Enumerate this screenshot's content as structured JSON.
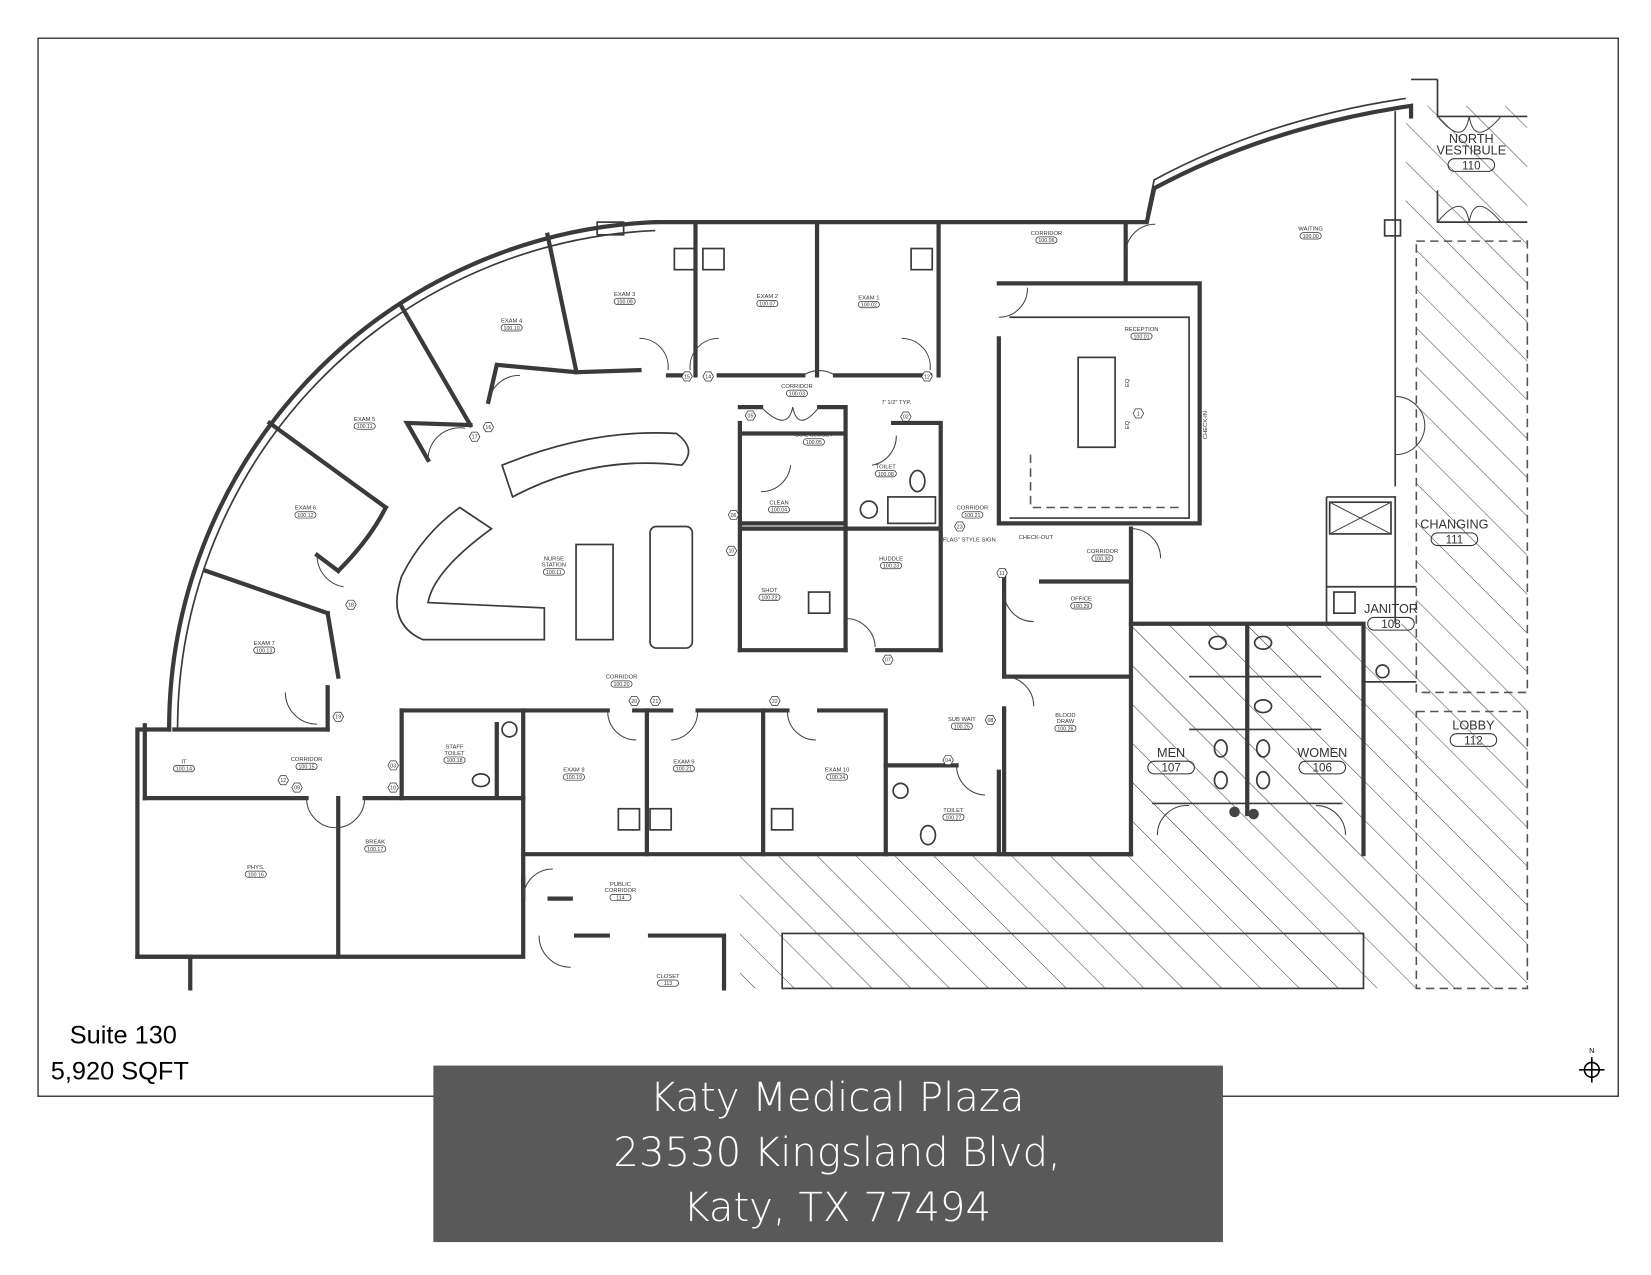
{
  "suite": {
    "name": "Suite 130",
    "area": "5,920 SQFT"
  },
  "title_block": {
    "line1": "Katy Medical Plaza",
    "line2": "23530 Kingsland Blvd,",
    "line3": "Katy, TX 77494",
    "background": "#595959"
  },
  "north_arrow": {
    "label": "N"
  },
  "rooms": [
    {
      "name": "EXAM 3",
      "number": "100.09"
    },
    {
      "name": "EXAM 2",
      "number": "100.07"
    },
    {
      "name": "EXAM 1",
      "number": "100.02"
    },
    {
      "name": "EXAM 4",
      "number": "100.10"
    },
    {
      "name": "EXAM 5",
      "number": "100.11"
    },
    {
      "name": "EXAM 6",
      "number": "100.12"
    },
    {
      "name": "EXAM 7",
      "number": "100.13"
    },
    {
      "name": "CORRIDOR",
      "number": "100.06"
    },
    {
      "name": "WAITING",
      "number": "100.00"
    },
    {
      "name": "RECEPTION",
      "number": "100.01"
    },
    {
      "name": "CORRIDOR",
      "number": "100.03"
    },
    {
      "name": "SOIL CLOSET",
      "number": "100.05"
    },
    {
      "name": "TOILET",
      "number": "100.08"
    },
    {
      "name": "CLEAN",
      "number": "100.04"
    },
    {
      "name": "NURSE STATION",
      "number": "100.11"
    },
    {
      "name": "CORRIDOR",
      "number": "100.21"
    },
    {
      "name": "CORRIDOR",
      "number": "100.30"
    },
    {
      "name": "HUDDLE",
      "number": "100.23"
    },
    {
      "name": "SHOT",
      "number": "100.22"
    },
    {
      "name": "OFFICE",
      "number": "100.29"
    },
    {
      "name": "CORRIDOR",
      "number": "100.20"
    },
    {
      "name": "SUB WAIT",
      "number": "100.25"
    },
    {
      "name": "BLOOD DRAW",
      "number": "100.26"
    },
    {
      "name": "IT",
      "number": "100.14"
    },
    {
      "name": "CORRIDOR",
      "number": "100.15"
    },
    {
      "name": "STAFF TOILET",
      "number": "100.18"
    },
    {
      "name": "EXAM 8",
      "number": "100.19"
    },
    {
      "name": "EXAM 9",
      "number": "100.21"
    },
    {
      "name": "EXAM 10",
      "number": "100.24"
    },
    {
      "name": "TOILET",
      "number": "100.27"
    },
    {
      "name": "BREAK",
      "number": "100.17"
    },
    {
      "name": "PHYS.",
      "number": "100.16"
    },
    {
      "name": "PUBLIC CORRIDOR",
      "number": "114"
    },
    {
      "name": "CLOSET",
      "number": "113"
    },
    {
      "name": "NORTH VESTIBULE",
      "number": "110"
    },
    {
      "name": "CHANGING",
      "number": "111"
    },
    {
      "name": "JANITOR",
      "number": "108"
    },
    {
      "name": "MEN",
      "number": "107"
    },
    {
      "name": "WOMEN",
      "number": "106"
    },
    {
      "name": "LOBBY",
      "number": "112"
    }
  ],
  "door_tags": [
    "15",
    "14",
    "12",
    "17",
    "16",
    "18",
    "19",
    "05",
    "02",
    "06",
    "10",
    "11",
    "23",
    "07",
    "20",
    "21",
    "22",
    "08",
    "04",
    "03",
    "10",
    "12",
    "09",
    "1"
  ],
  "annotations": {
    "typ": "7' 1/2\" TYP.",
    "flag_sign": "\"FLAG\" STYLE SIGN",
    "check_out": "CHECK-OUT",
    "check_in": "CHECK-IN",
    "eq1": "EQ",
    "eq2": "EQ"
  }
}
